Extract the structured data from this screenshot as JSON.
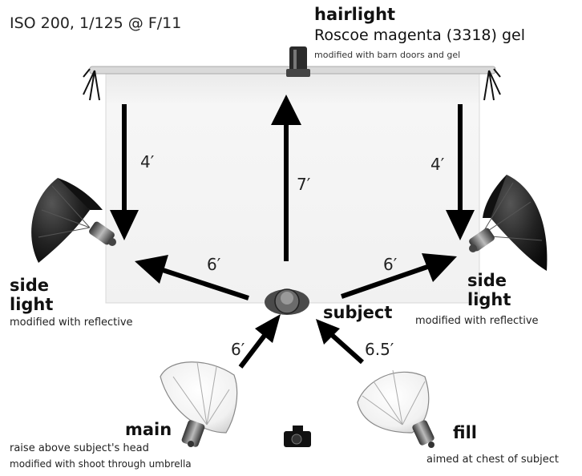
{
  "camera_settings": "ISO 200, 1/125 @ F/11",
  "hairlight": {
    "title": "hairlight",
    "gel": "Roscoe magenta (3318) gel",
    "modifier": "modified with barn doors and gel"
  },
  "side_light_left": {
    "title_line1": "side",
    "title_line2": "light",
    "modifier": "modified with reflective"
  },
  "side_light_right": {
    "title_line1": "side",
    "title_line2": "light",
    "modifier": "modified with reflective"
  },
  "subject": {
    "label": "subject"
  },
  "main_light": {
    "title": "main",
    "note": "raise above subject's head",
    "modifier": "modified with shoot through umbrella"
  },
  "fill_light": {
    "title": "fill",
    "note": "aimed at chest of subject"
  },
  "distances": {
    "left_side_to_backdrop": "4′",
    "right_side_to_backdrop": "4′",
    "subject_to_backdrop": "7′",
    "subject_to_left_side": "6′",
    "subject_to_right_side": "6′",
    "main_to_subject": "6′",
    "fill_to_subject": "6.5′"
  },
  "colors": {
    "backdrop": "#f4f4f4",
    "arrow": "#000000",
    "umbrella_dark": "#2a2a2a",
    "umbrella_light": "#f2f2f2"
  }
}
